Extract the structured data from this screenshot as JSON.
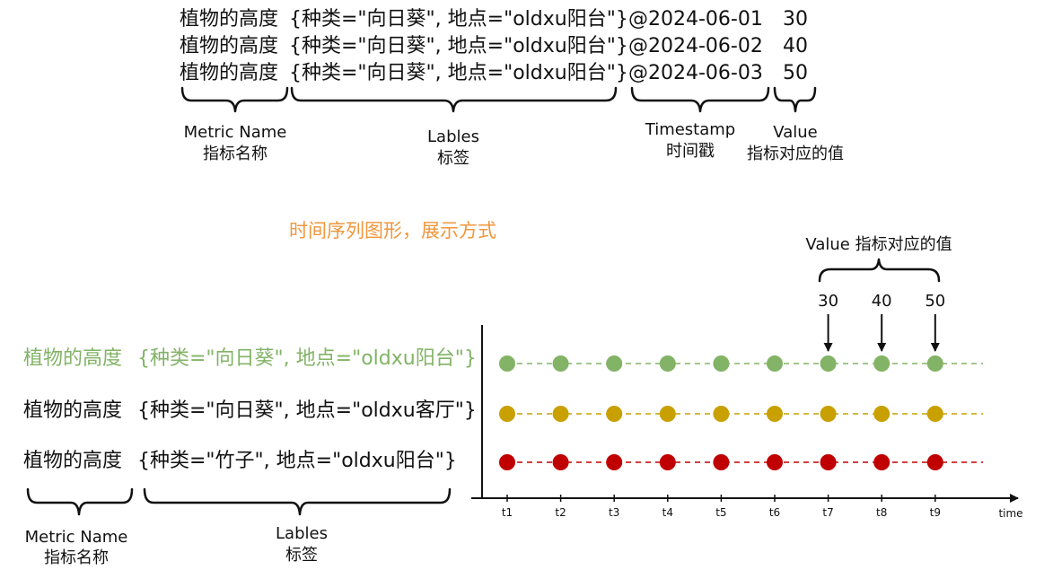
{
  "top_section": {
    "rows": [
      {
        "metric": "植物的高度",
        "labels": "{种类=\"向日葵\", 地点=\"oldxu阳台\"}",
        "timestamp": "@2024-06-01",
        "value": "30"
      },
      {
        "metric": "植物的高度",
        "labels": "{种类=\"向日葵\", 地点=\"oldxu阳台\"}",
        "timestamp": "@2024-06-02",
        "value": "40"
      },
      {
        "metric": "植物的高度",
        "labels": "{种类=\"向日葵\", 地点=\"oldxu阳台\"}",
        "timestamp": "@2024-06-03",
        "value": "50"
      }
    ],
    "annotations": {
      "metric_name_en": "Metric Name",
      "metric_name_zh": "指标名称",
      "labels_en": "Lables",
      "labels_zh": "标签",
      "timestamp_en": "Timestamp",
      "timestamp_zh": "时间戳",
      "value_en": "Value",
      "value_zh": "指标对应的值"
    }
  },
  "section_title": "时间序列图形，展示方式",
  "timeline": {
    "series": [
      {
        "metric": "植物的高度",
        "labels": "{种类=\"向日葵\", 地点=\"oldxu阳台\"}",
        "color": "#82b366"
      },
      {
        "metric": "植物的高度",
        "labels": "{种类=\"向日葵\", 地点=\"oldxu客厅\"}",
        "color": "#c8a000"
      },
      {
        "metric": "植物的高度",
        "labels": "{种类=\"竹子\", 地点=\"oldxu阳台\"}",
        "color": "#c00000"
      }
    ],
    "ticks": [
      "t1",
      "t2",
      "t3",
      "t4",
      "t5",
      "t6",
      "t7",
      "t8",
      "t9"
    ],
    "axis_label": "time",
    "value_callout": "Value 指标对应的值",
    "value_markers": [
      {
        "tick": "t7",
        "value": "30"
      },
      {
        "tick": "t8",
        "value": "40"
      },
      {
        "tick": "t9",
        "value": "50"
      }
    ],
    "bottom_annotations": {
      "metric_name_en": "Metric Name",
      "metric_name_zh": "指标名称",
      "labels_en": "Lables",
      "labels_zh": "标签"
    }
  }
}
